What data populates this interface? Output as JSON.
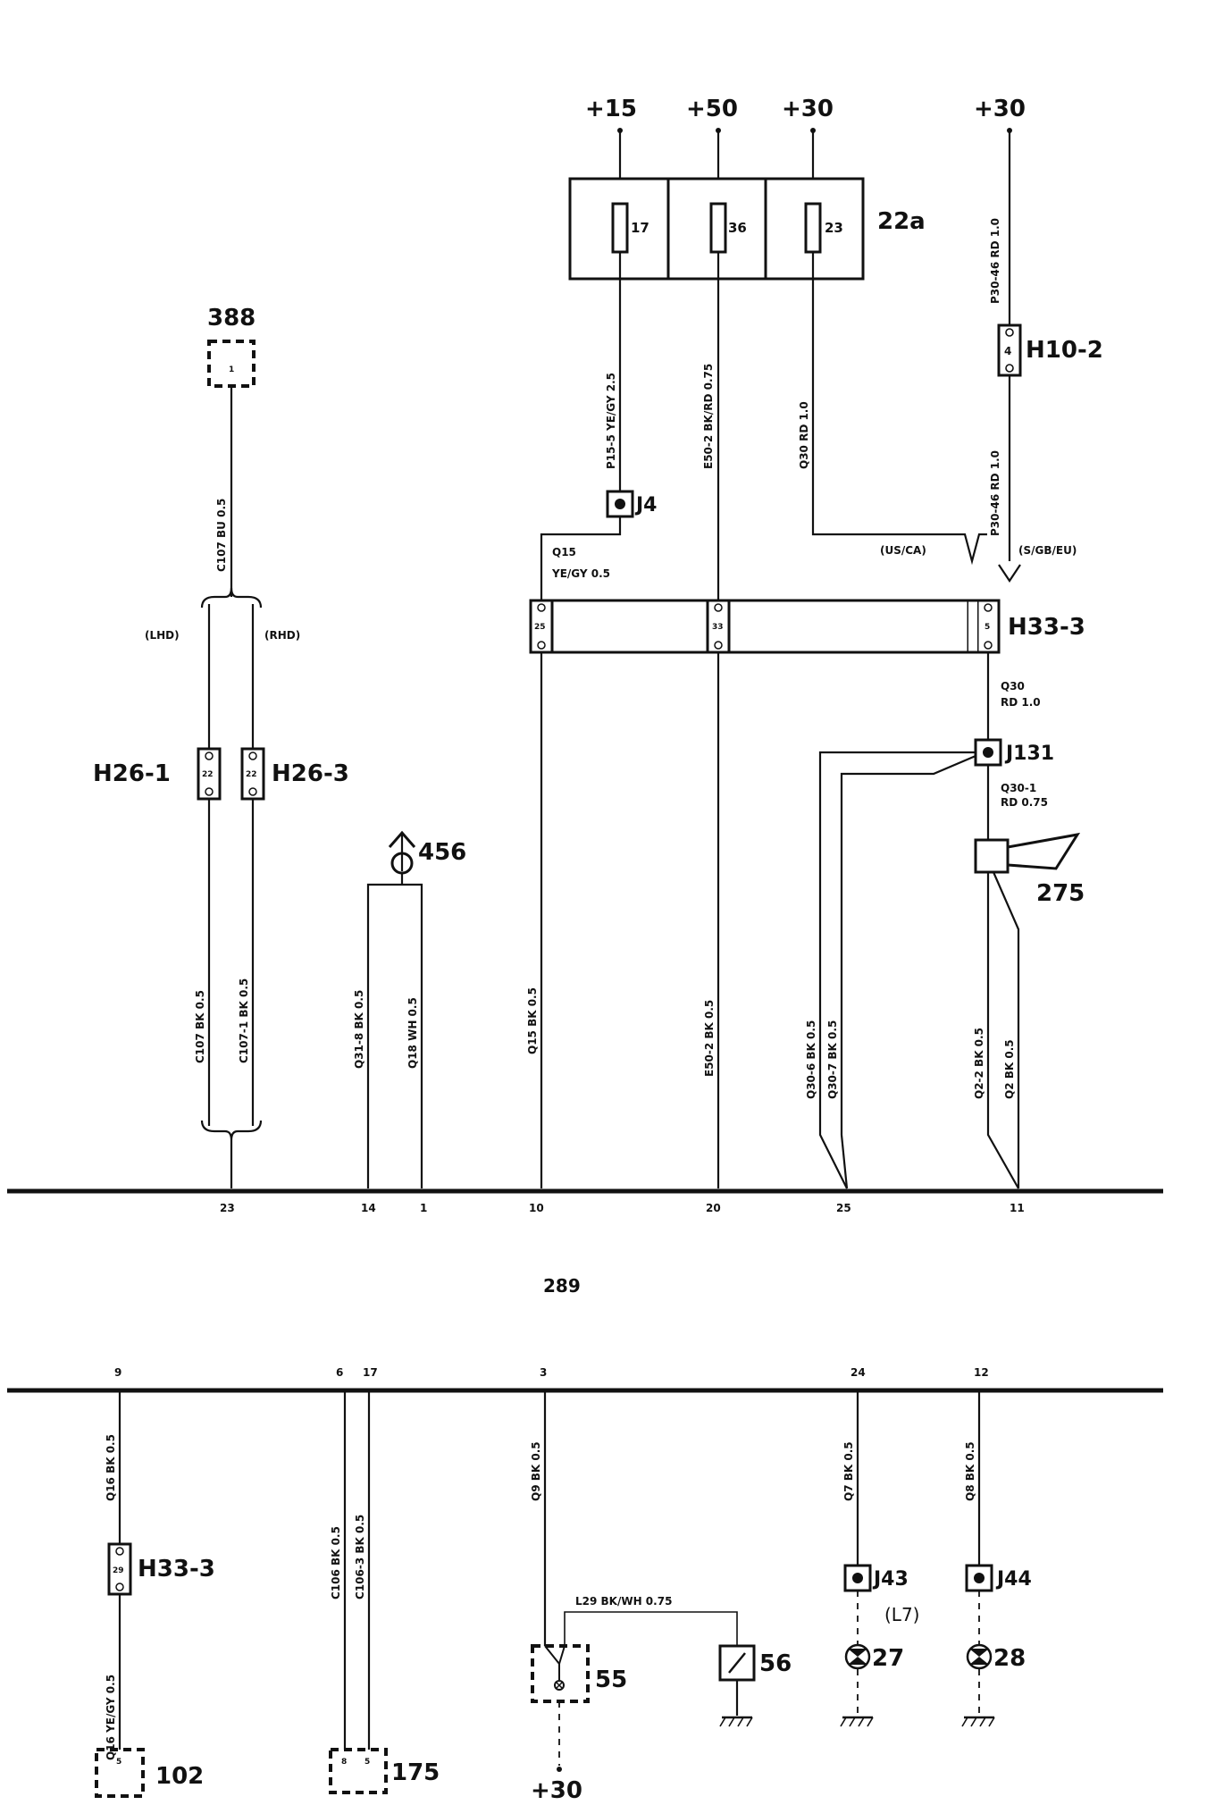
{
  "supplies": {
    "s15": "+15",
    "s50": "+50",
    "s30a": "+30",
    "s30b": "+30",
    "s30c": "+30"
  },
  "fusebox": {
    "id": "22a",
    "fuses": [
      "17",
      "36",
      "23"
    ]
  },
  "components": {
    "c388": "388",
    "c388_pin": "1",
    "c456": "456",
    "c275": "275",
    "c289": "289",
    "c102": "102",
    "c102_pin": "5",
    "c175": "175",
    "c175_pins": [
      "8",
      "5"
    ],
    "c55": "55",
    "c56": "56",
    "c27": "27",
    "c28": "28"
  },
  "connectors": {
    "h10_2": "H10-2",
    "h10_2_pin": "4",
    "h33_3": "H33-3",
    "h33_3_pins": [
      "25",
      "33",
      "5"
    ],
    "h26_1": "H26-1",
    "h26_3": "H26-3",
    "h26_pin": "22",
    "h33_3b": "H33-3",
    "h33_3b_pin": "29"
  },
  "junctions": {
    "j4": "J4",
    "j131": "J131",
    "j43": "J43",
    "j44": "J44"
  },
  "variants": {
    "lhd": "(LHD)",
    "rhd": "(RHD)",
    "usca": "(US/CA)",
    "sgbeu": "(S/GB/EU)",
    "l7": "(L7)"
  },
  "wires": {
    "p30_46a": "P30-46   RD 1.0",
    "p30_46b": "P30-46   RD 1.0",
    "p15_5": "P15-5  YE/GY 2.5",
    "e50_2a": "E50-2  BK/RD 0.75",
    "q30a": "Q30  RD 1.0",
    "c107a": "C107  BU 0.5",
    "q15a_1": "Q15",
    "q15a_2": "YE/GY  0.5",
    "q30b_1": "Q30",
    "q30b_2": "RD 1.0",
    "q30_1_1": "Q30-1",
    "q30_1_2": "RD 0.75",
    "c107b": "C107  BK  0.5",
    "c107_1": "C107-1    BK   0.5",
    "q31_8": "Q31-8   BK 0.5",
    "q18": "Q18   WH 0.5",
    "q15b": "Q15  BK 0.5",
    "e50_2b": "E50-2   BK  0.5",
    "q30_6": "Q30-6    BK   0.5",
    "q30_7": "Q30-7    BK   0.5",
    "q2_2": "Q2-2    BK  0.5",
    "q2": "Q2   BK   0.5",
    "q16a": "Q16  BK  0.5",
    "q16b": "Q16  YE/GY  0.5",
    "c106": "C106   BK 0.5",
    "c106_3": "C106-3    BK  0.5",
    "q9": "Q9   BK 0.5",
    "l29": "L29  BK/WH  0.75",
    "q7": "Q7   BK  0.5",
    "q8": "Q8   BK  0.5"
  },
  "pins_top": [
    "23",
    "14",
    "1",
    "10",
    "20",
    "25",
    "11"
  ],
  "pins_bottom": [
    "9",
    "6",
    "17",
    "3",
    "24",
    "12"
  ]
}
